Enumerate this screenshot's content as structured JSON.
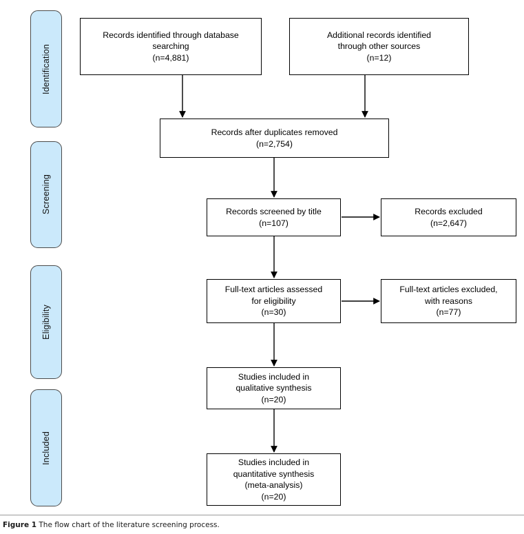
{
  "figure": {
    "caption_label": "Figure 1",
    "caption_text": "The flow chart of the literature screening process.",
    "accent_color": "#cbe9fb",
    "line_color": "#000000"
  },
  "stages": [
    {
      "id": "identification",
      "label": "Identification"
    },
    {
      "id": "screening",
      "label": "Screening"
    },
    {
      "id": "eligibility",
      "label": "Eligibility"
    },
    {
      "id": "included",
      "label": "Included"
    }
  ],
  "chart_data": {
    "type": "diagram",
    "title": "PRISMA literature screening flow chart",
    "nodes": [
      {
        "id": "database-records",
        "stage": "identification",
        "text": "Records identified through database\nsearching\n(n=4,881)",
        "count": 4881
      },
      {
        "id": "other-records",
        "stage": "identification",
        "text": "Additional records identified\nthrough other sources\n(n=12)",
        "count": 12
      },
      {
        "id": "after-duplicates",
        "stage": "screening",
        "text": "Records after duplicates removed\n(n=2,754)",
        "count": 2754
      },
      {
        "id": "screened-by-title",
        "stage": "screening",
        "text": "Records screened by title\n(n=107)",
        "count": 107
      },
      {
        "id": "records-excluded",
        "stage": "screening",
        "text": "Records excluded\n(n=2,647)",
        "count": 2647
      },
      {
        "id": "fulltext-assessed",
        "stage": "eligibility",
        "text": "Full-text articles assessed\nfor eligibility\n(n=30)",
        "count": 30
      },
      {
        "id": "fulltext-excluded",
        "stage": "eligibility",
        "text": "Full-text articles excluded,\nwith reasons\n(n=77)",
        "count": 77
      },
      {
        "id": "qualitative-synthesis",
        "stage": "included",
        "text": "Studies included in\nqualitative synthesis\n(n=20)",
        "count": 20
      },
      {
        "id": "quantitative-synthesis",
        "stage": "included",
        "text": "Studies included in\nquantitative synthesis\n(meta-analysis)\n(n=20)",
        "count": 20
      }
    ],
    "edges": [
      {
        "from": "database-records",
        "to": "after-duplicates"
      },
      {
        "from": "other-records",
        "to": "after-duplicates"
      },
      {
        "from": "after-duplicates",
        "to": "screened-by-title"
      },
      {
        "from": "screened-by-title",
        "to": "records-excluded"
      },
      {
        "from": "screened-by-title",
        "to": "fulltext-assessed"
      },
      {
        "from": "fulltext-assessed",
        "to": "fulltext-excluded"
      },
      {
        "from": "fulltext-assessed",
        "to": "qualitative-synthesis"
      },
      {
        "from": "qualitative-synthesis",
        "to": "quantitative-synthesis"
      }
    ]
  }
}
